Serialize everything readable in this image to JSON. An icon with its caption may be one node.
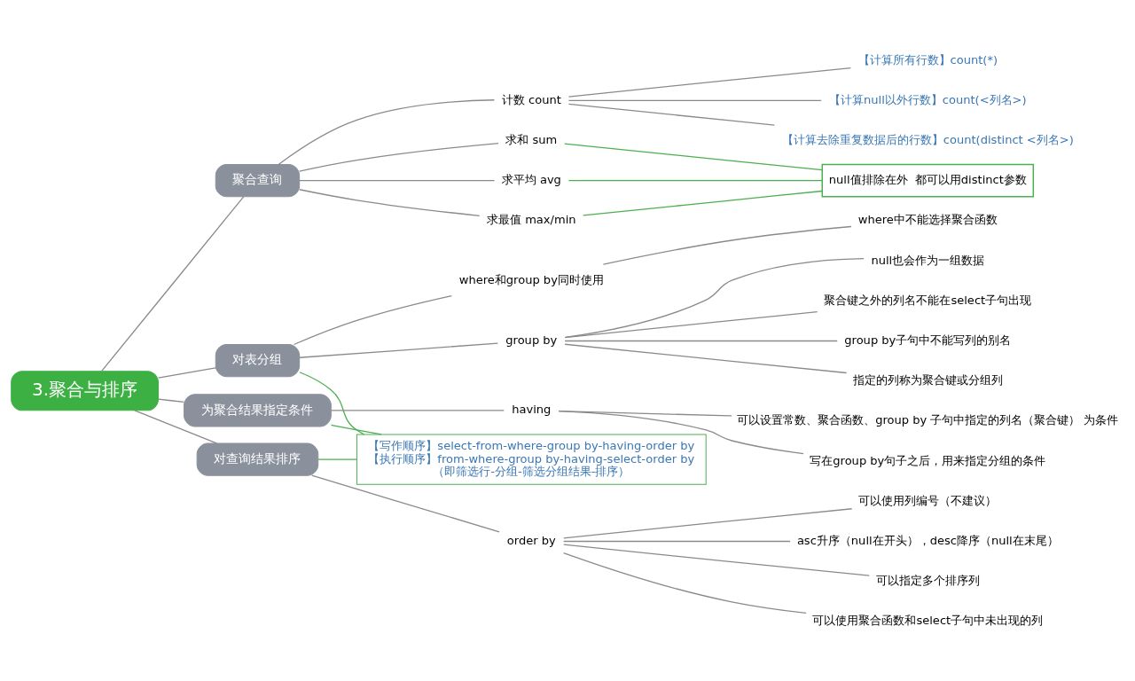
{
  "diagram": {
    "nodes": [
      {
        "text": [
          "3.聚合与排序"
        ]
      },
      {
        "text": [
          "聚合查询"
        ]
      },
      {
        "text": [
          "计数 count"
        ]
      },
      {
        "text": [
          "【计算所有行数】count(*)"
        ]
      },
      {
        "text": [
          "【计算null以外行数】count(<列名>)"
        ]
      },
      {
        "text": [
          "【计算去除重复数据后的行数】count(distinct <列名>)"
        ]
      },
      {
        "text": [
          "求和 sum"
        ]
      },
      {
        "text": [
          "求平均 avg"
        ]
      },
      {
        "text": [
          "求最值 max/min"
        ]
      },
      {
        "text": [
          "null值排除在外  都可以用distinct参数"
        ]
      },
      {
        "text": [
          "对表分组"
        ]
      },
      {
        "text": [
          "group by"
        ]
      },
      {
        "text": [
          "指定的列称为聚合键或分组列"
        ]
      },
      {
        "text": [
          "null也会作为一组数据"
        ]
      },
      {
        "text": [
          "聚合键之外的列名不能在select子句出现"
        ]
      },
      {
        "text": [
          "group by子句中不能写列的别名"
        ]
      },
      {
        "text": [
          "where和group by同时使用"
        ]
      },
      {
        "text": [
          "where中不能选择聚合函数"
        ]
      },
      {
        "text": [
          "为聚合结果指定条件"
        ]
      },
      {
        "text": [
          "having"
        ]
      },
      {
        "text": [
          "写在group by句子之后，用来指定分组的条件"
        ]
      },
      {
        "text": [
          "可以设置常数、聚合函数、group by 子句中指定的列名（聚合键） 为条件"
        ]
      },
      {
        "text": [
          "对查询结果排序"
        ]
      },
      {
        "text": [
          "order by"
        ]
      },
      {
        "text": [
          "asc升序（null在开头），desc降序（null在末尾）"
        ]
      },
      {
        "text": [
          "可以指定多个排序列"
        ]
      },
      {
        "text": [
          "可以使用聚合函数和select子句中未出现的列"
        ]
      },
      {
        "text": [
          "可以使用列编号（不建议）"
        ]
      },
      {
        "text": [
          "【写作顺序】select-from-where-group by-having-order by",
          "【执行顺序】from-where-group by-having-select-order by",
          "（即筛选行-分组-筛选分组结果-排序）"
        ]
      }
    ],
    "edges": [
      {
        "from": 0,
        "to": 1,
        "arrow": "none"
      },
      {
        "from": 0,
        "to": 10,
        "arrow": "none"
      },
      {
        "from": 0,
        "to": 18,
        "arrow": "none"
      },
      {
        "from": 0,
        "to": 22,
        "arrow": "none"
      },
      {
        "from": 1,
        "to": 2,
        "arrow": "none"
      },
      {
        "from": 1,
        "to": 6,
        "arrow": "none"
      },
      {
        "from": 1,
        "to": 7,
        "arrow": "none"
      },
      {
        "from": 1,
        "to": 8,
        "arrow": "none"
      },
      {
        "from": 2,
        "to": 3,
        "arrow": "none"
      },
      {
        "from": 2,
        "to": 4,
        "arrow": "none"
      },
      {
        "from": 2,
        "to": 5,
        "arrow": "none"
      },
      {
        "from": 6,
        "to": 9,
        "arrow": "none",
        "color": "#4caf50"
      },
      {
        "from": 7,
        "to": 9,
        "arrow": "none",
        "color": "#4caf50"
      },
      {
        "from": 8,
        "to": 9,
        "arrow": "none",
        "color": "#4caf50"
      },
      {
        "from": 10,
        "to": 11,
        "arrow": "none"
      },
      {
        "from": 10,
        "to": 16,
        "arrow": "none"
      },
      {
        "from": 11,
        "to": 12,
        "arrow": "none"
      },
      {
        "from": 11,
        "to": 13,
        "arrow": "none"
      },
      {
        "from": 11,
        "to": 14,
        "arrow": "none"
      },
      {
        "from": 11,
        "to": 15,
        "arrow": "none"
      },
      {
        "from": 16,
        "to": 17,
        "arrow": "none"
      },
      {
        "from": 18,
        "to": 19,
        "arrow": "none"
      },
      {
        "from": 19,
        "to": 20,
        "arrow": "none"
      },
      {
        "from": 19,
        "to": 21,
        "arrow": "none"
      },
      {
        "from": 22,
        "to": 23,
        "arrow": "none"
      },
      {
        "from": 23,
        "to": 24,
        "arrow": "none"
      },
      {
        "from": 23,
        "to": 25,
        "arrow": "none"
      },
      {
        "from": 23,
        "to": 26,
        "arrow": "none"
      },
      {
        "from": 23,
        "to": 27,
        "arrow": "none"
      },
      {
        "from": 10,
        "to": 28,
        "arrow": "none",
        "color": "#4caf50"
      },
      {
        "from": 18,
        "to": 28,
        "arrow": "none",
        "color": "#4caf50"
      },
      {
        "from": 22,
        "to": 28,
        "arrow": "none",
        "color": "#4caf50"
      }
    ]
  }
}
